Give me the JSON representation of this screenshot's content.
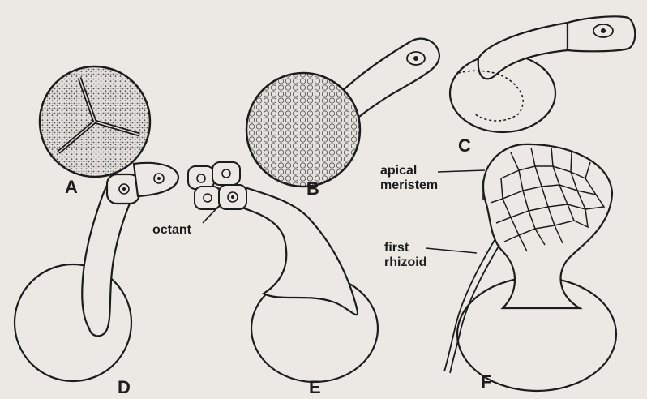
{
  "panels": {
    "a": "A",
    "b": "B",
    "c": "C",
    "d": "D",
    "e": "E",
    "f": "F"
  },
  "callouts": {
    "apical_line1": "apical",
    "apical_line2": "meristem",
    "octant": "octant",
    "rhizoid_line1": "first",
    "rhizoid_line2": "rhizoid"
  },
  "colors": {
    "background": "#ece9e4",
    "ink": "#1c1c1c",
    "spore_fill": "#c9c6c0"
  }
}
